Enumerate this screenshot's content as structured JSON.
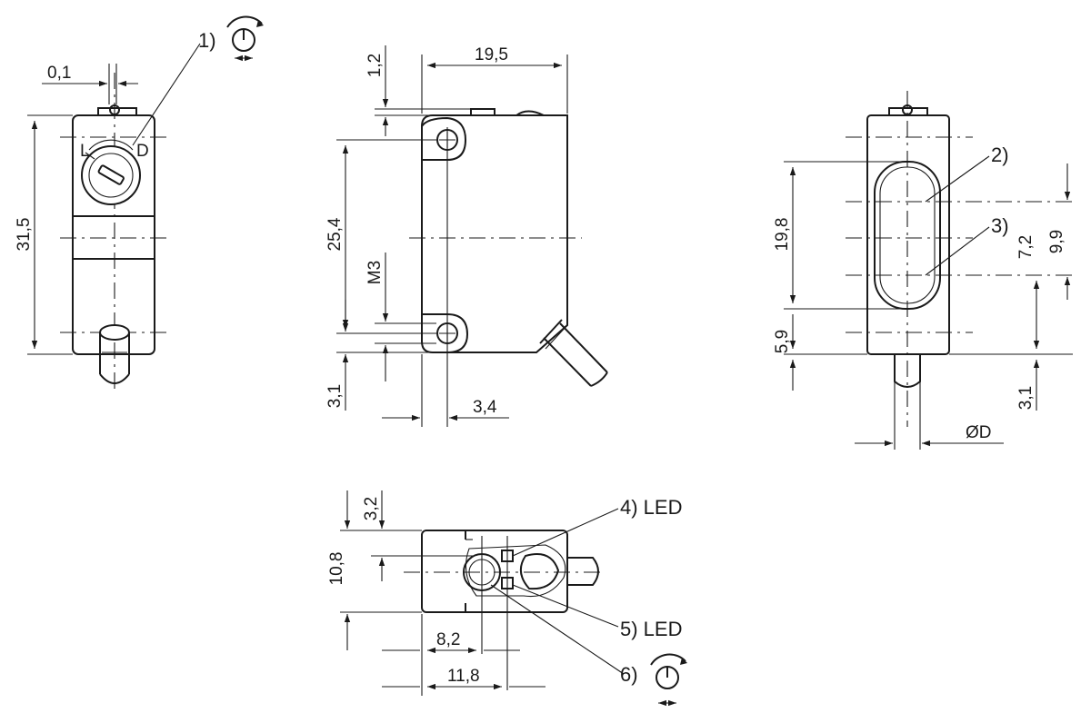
{
  "dimensions": {
    "d_0_1": "0,1",
    "d_31_5": "31,5",
    "d_1_2": "1,2",
    "d_19_5": "19,5",
    "d_25_4": "25,4",
    "d_m3": "M3",
    "d_3_1_a": "3,1",
    "d_3_4": "3,4",
    "d_19_8": "19,8",
    "d_5_9": "5,9",
    "d_7_2": "7,2",
    "d_9_9": "9,9",
    "d_3_1_b": "3,1",
    "d_diam": "ØD",
    "d_3_2": "3,2",
    "d_10_8": "10,8",
    "d_8_2": "8,2",
    "d_11_8": "11,8"
  },
  "callouts": {
    "c1": "1)",
    "c2": "2)",
    "c3": "3)",
    "c4": "4) LED",
    "c5": "5) LED",
    "c6": "6)"
  },
  "dial_labels": {
    "left": "L",
    "right": "D"
  }
}
